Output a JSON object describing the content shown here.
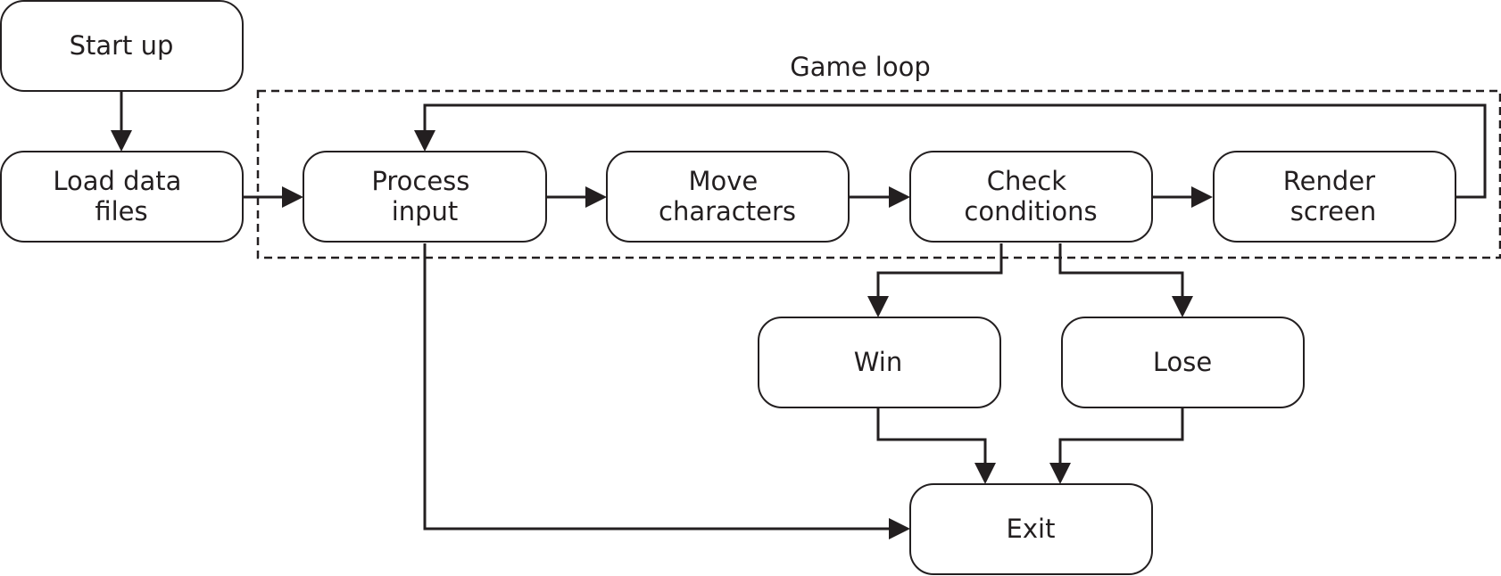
{
  "diagram": {
    "group": {
      "label": "Game loop"
    },
    "nodes": {
      "start_up": {
        "lines": [
          "Start up"
        ]
      },
      "load_data_files": {
        "lines": [
          "Load data",
          "files"
        ]
      },
      "process_input": {
        "lines": [
          "Process",
          "input"
        ]
      },
      "move_characters": {
        "lines": [
          "Move",
          "characters"
        ]
      },
      "check_conditions": {
        "lines": [
          "Check",
          "conditions"
        ]
      },
      "render_screen": {
        "lines": [
          "Render",
          "screen"
        ]
      },
      "win": {
        "lines": [
          "Win"
        ]
      },
      "lose": {
        "lines": [
          "Lose"
        ]
      },
      "exit": {
        "lines": [
          "Exit"
        ]
      }
    },
    "edges": [
      {
        "from": "Start up",
        "to": "Load data files"
      },
      {
        "from": "Load data files",
        "to": "Process input"
      },
      {
        "from": "Process input",
        "to": "Move characters"
      },
      {
        "from": "Move characters",
        "to": "Check conditions"
      },
      {
        "from": "Check conditions",
        "to": "Render screen"
      },
      {
        "from": "Render screen",
        "to": "Process input"
      },
      {
        "from": "Check conditions",
        "to": "Win"
      },
      {
        "from": "Check conditions",
        "to": "Lose"
      },
      {
        "from": "Win",
        "to": "Exit"
      },
      {
        "from": "Lose",
        "to": "Exit"
      },
      {
        "from": "Process input",
        "to": "Exit"
      }
    ]
  }
}
